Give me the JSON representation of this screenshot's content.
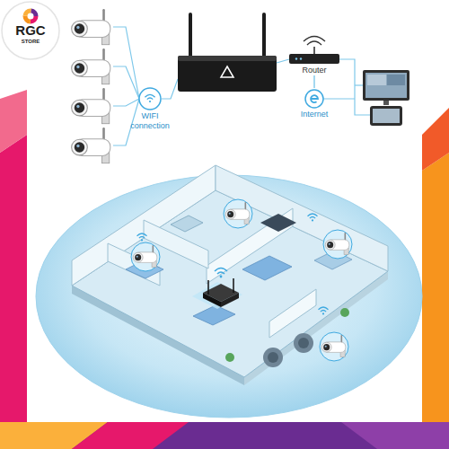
{
  "diagram": {
    "nodes": [
      {
        "text": [
          "RGC",
          "STORE"
        ]
      },
      {
        "text": [
          "WIFI connection"
        ]
      },
      {
        "text": [
          "Router"
        ]
      },
      {
        "text": [
          "Internet"
        ]
      }
    ],
    "edges": [
      {
        "from": 2,
        "to": 3,
        "arrow": "none"
      }
    ]
  }
}
